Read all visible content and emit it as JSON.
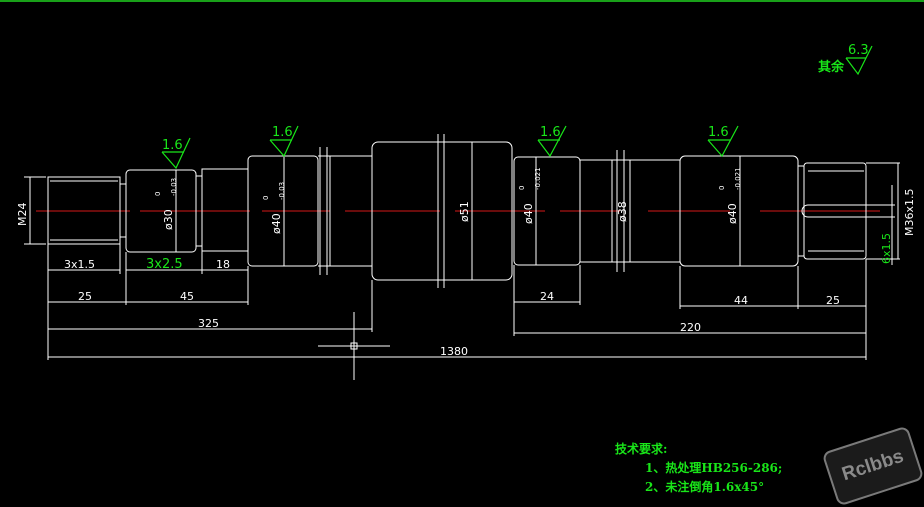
{
  "colors": {
    "background": "#000000",
    "outline": "#ffffff",
    "centerline": "#d31919",
    "annotation": "#19e619",
    "topline": "#19a019"
  },
  "roughness": {
    "other": {
      "label": "其余",
      "value": "6.3"
    },
    "marks": [
      "1.6",
      "1.6",
      "1.6",
      "1.6"
    ]
  },
  "diameters": {
    "m24": "M24",
    "d30": {
      "text": "ø30",
      "upper": "0",
      "lower": "-0.03"
    },
    "d40a": {
      "text": "ø40",
      "upper": "0",
      "lower": "-0.03"
    },
    "d51": "ø51",
    "d40b": {
      "text": "ø40",
      "upper": "0",
      "lower": "-0.021"
    },
    "d38": "ø38",
    "d40c": {
      "text": "ø40",
      "upper": "0",
      "lower": "-0.021"
    },
    "m36": "M36x1.5",
    "key": "6x1.5"
  },
  "dimensions": {
    "thread_relief_left": "3x1.5",
    "groove": "3x2.5",
    "len18": "18",
    "len25_left": "25",
    "len45": "45",
    "len325": "325",
    "len24": "24",
    "len44": "44",
    "len25_right": "25",
    "len220": "220",
    "total": "1380"
  },
  "tech_requirements": {
    "title": "技术要求:",
    "items": [
      "1、热处理HB256-286;",
      "2、未注倒角1.6x45°"
    ]
  },
  "watermark": "Rclbbs"
}
